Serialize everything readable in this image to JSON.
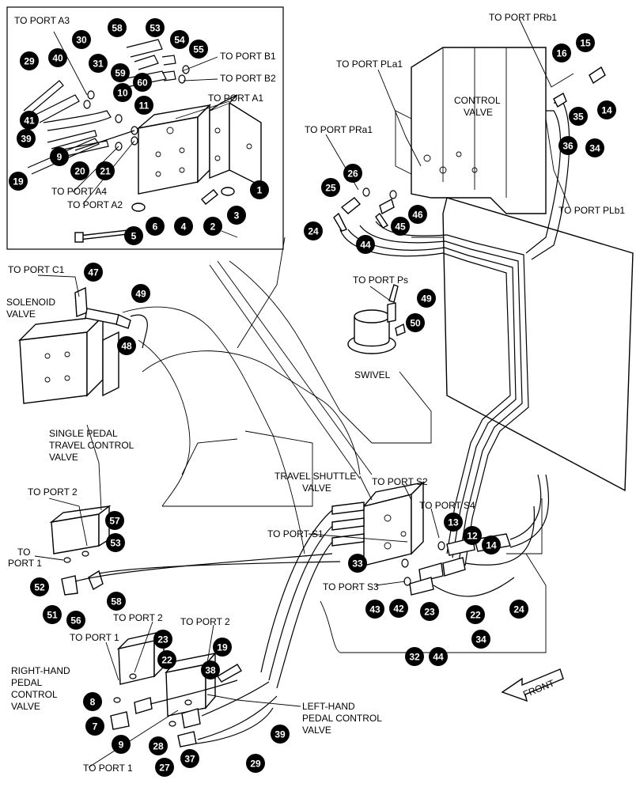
{
  "labels": {
    "to_port_a3": "TO PORT A3",
    "to_port_b1": "TO PORT B1",
    "to_port_b2": "TO PORT B2",
    "to_port_a1": "TO PORT A1",
    "to_port_a4": "TO PORT A4",
    "to_port_a2": "TO PORT A2",
    "to_port_prb1": "TO PORT PRb1",
    "to_port_pla1": "TO PORT PLa1",
    "control_valve_1": "CONTROL",
    "control_valve_2": "VALVE",
    "to_port_pra1": "TO PORT PRa1",
    "to_port_plb1": "TO PORT PLb1",
    "to_port_c1": "TO PORT C1",
    "solenoid_1": "SOLENOID",
    "solenoid_2": "VALVE",
    "to_port_ps": "TO PORT Ps",
    "swivel": "SWIVEL",
    "single_pedal_1": "SINGLE PEDAL",
    "single_pedal_2": "TRAVEL CONTROL",
    "single_pedal_3": "VALVE",
    "to_port_2a": "TO PORT 2",
    "to_port_1a_1": "TO",
    "to_port_1a_2": "PORT 1",
    "travel_shuttle_1": "TRAVEL SHUTTLE",
    "travel_shuttle_2": "VALVE",
    "to_port_s2": "TO PORT S2",
    "to_port_s4": "TO PORT S4",
    "to_port_s1": "TO PORT S1",
    "to_port_s3": "TO PORT S3",
    "to_port_2b": "TO PORT 2",
    "to_port_2c": "TO PORT 2",
    "to_port_1b": "TO PORT 1",
    "rh_pedal_1": "RIGHT-HAND",
    "rh_pedal_2": "PEDAL",
    "rh_pedal_3": "CONTROL",
    "rh_pedal_4": "VALVE",
    "lh_pedal_1": "LEFT-HAND",
    "lh_pedal_2": "PEDAL CONTROL",
    "lh_pedal_3": "VALVE",
    "to_port_1c": "TO PORT 1",
    "front": "FRONT"
  },
  "callouts": [
    {
      "id": "c58a",
      "num": "58"
    },
    {
      "id": "c53a",
      "num": "53"
    },
    {
      "id": "c30",
      "num": "30"
    },
    {
      "id": "c54",
      "num": "54"
    },
    {
      "id": "c55",
      "num": "55"
    },
    {
      "id": "c29a",
      "num": "29"
    },
    {
      "id": "c40",
      "num": "40"
    },
    {
      "id": "c31",
      "num": "31"
    },
    {
      "id": "c59",
      "num": "59"
    },
    {
      "id": "c60",
      "num": "60"
    },
    {
      "id": "c10",
      "num": "10"
    },
    {
      "id": "c11",
      "num": "11"
    },
    {
      "id": "c41",
      "num": "41"
    },
    {
      "id": "c39a",
      "num": "39"
    },
    {
      "id": "c9a",
      "num": "9"
    },
    {
      "id": "c19a",
      "num": "19"
    },
    {
      "id": "c20",
      "num": "20"
    },
    {
      "id": "c21",
      "num": "21"
    },
    {
      "id": "c1",
      "num": "1"
    },
    {
      "id": "c3",
      "num": "3"
    },
    {
      "id": "c2",
      "num": "2"
    },
    {
      "id": "c4",
      "num": "4"
    },
    {
      "id": "c6",
      "num": "6"
    },
    {
      "id": "c5",
      "num": "5"
    },
    {
      "id": "c15",
      "num": "15"
    },
    {
      "id": "c16",
      "num": "16"
    },
    {
      "id": "c14a",
      "num": "14"
    },
    {
      "id": "c35",
      "num": "35"
    },
    {
      "id": "c36",
      "num": "36"
    },
    {
      "id": "c34a",
      "num": "34"
    },
    {
      "id": "c26",
      "num": "26"
    },
    {
      "id": "c25",
      "num": "25"
    },
    {
      "id": "c46",
      "num": "46"
    },
    {
      "id": "c45",
      "num": "45"
    },
    {
      "id": "c24a",
      "num": "24"
    },
    {
      "id": "c44a",
      "num": "44"
    },
    {
      "id": "c47",
      "num": "47"
    },
    {
      "id": "c49a",
      "num": "49"
    },
    {
      "id": "c48",
      "num": "48"
    },
    {
      "id": "c49b",
      "num": "49"
    },
    {
      "id": "c50",
      "num": "50"
    },
    {
      "id": "c57",
      "num": "57"
    },
    {
      "id": "c53b",
      "num": "53"
    },
    {
      "id": "c52",
      "num": "52"
    },
    {
      "id": "c58b",
      "num": "58"
    },
    {
      "id": "c51",
      "num": "51"
    },
    {
      "id": "c56",
      "num": "56"
    },
    {
      "id": "c13",
      "num": "13"
    },
    {
      "id": "c12",
      "num": "12"
    },
    {
      "id": "c14b",
      "num": "14"
    },
    {
      "id": "c33",
      "num": "33"
    },
    {
      "id": "c43",
      "num": "43"
    },
    {
      "id": "c42",
      "num": "42"
    },
    {
      "id": "c23a",
      "num": "23"
    },
    {
      "id": "c22a",
      "num": "22"
    },
    {
      "id": "c24b",
      "num": "24"
    },
    {
      "id": "c34b",
      "num": "34"
    },
    {
      "id": "c32",
      "num": "32"
    },
    {
      "id": "c44b",
      "num": "44"
    },
    {
      "id": "c23b",
      "num": "23"
    },
    {
      "id": "c22b",
      "num": "22"
    },
    {
      "id": "c19b",
      "num": "19"
    },
    {
      "id": "c38",
      "num": "38"
    },
    {
      "id": "c8",
      "num": "8"
    },
    {
      "id": "c7",
      "num": "7"
    },
    {
      "id": "c9b",
      "num": "9"
    },
    {
      "id": "c28",
      "num": "28"
    },
    {
      "id": "c27",
      "num": "27"
    },
    {
      "id": "c37",
      "num": "37"
    },
    {
      "id": "c39b",
      "num": "39"
    },
    {
      "id": "c29b",
      "num": "29"
    }
  ]
}
